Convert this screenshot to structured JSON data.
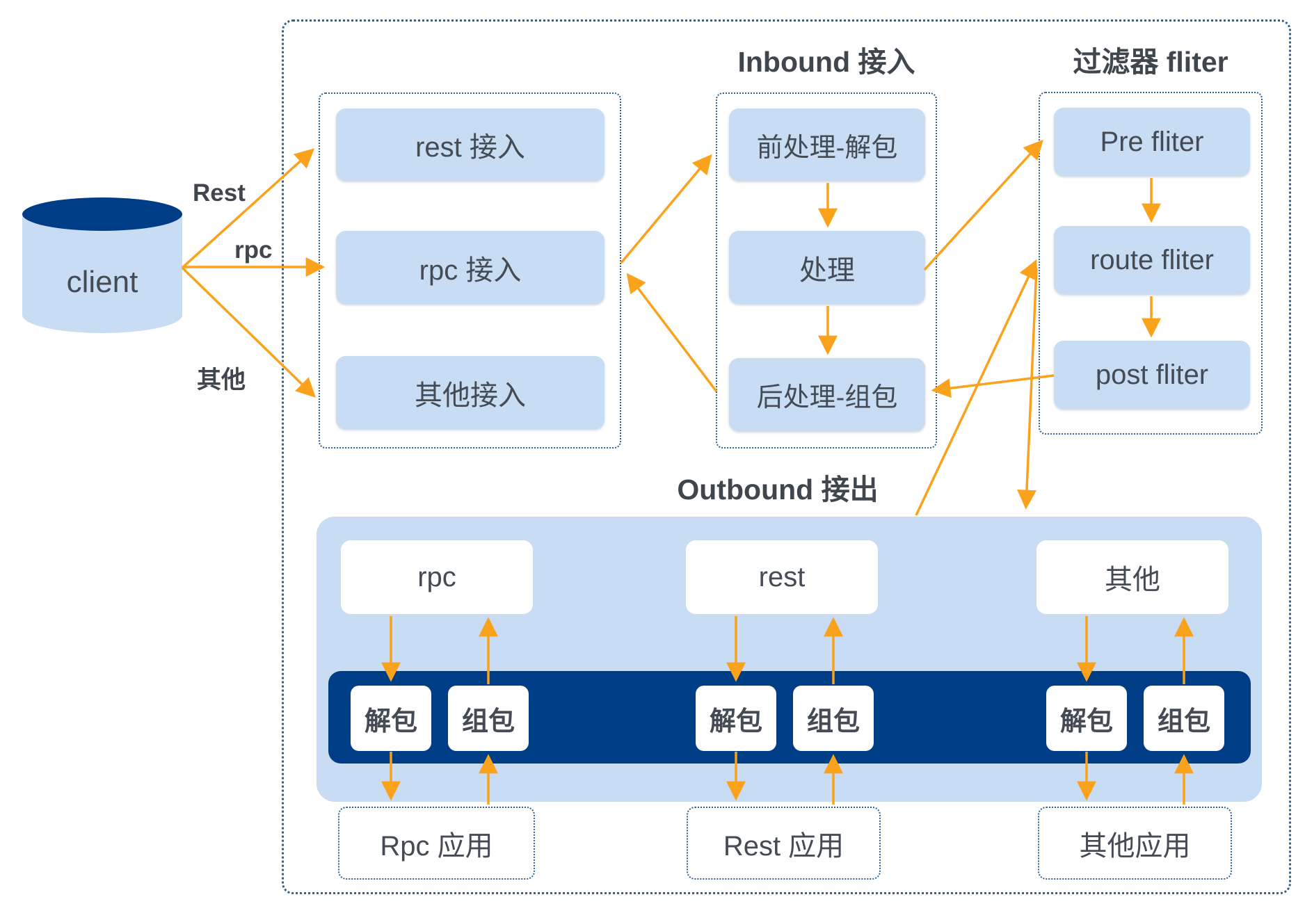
{
  "colors": {
    "orange": "#FAA21B",
    "lightblue": "#C8DCF3",
    "navy": "#003D87",
    "border": "#2D6090",
    "text": "#454B54"
  },
  "client": {
    "label": "client"
  },
  "edges": {
    "rest": "Rest",
    "rpc": "rpc",
    "other": "其他"
  },
  "access_group": {
    "boxes": [
      "rest 接入",
      "rpc 接入",
      "其他接入"
    ]
  },
  "inbound": {
    "title": "Inbound 接入",
    "boxes": [
      "前处理-解包",
      "处理",
      "后处理-组包"
    ]
  },
  "filters": {
    "title": "过滤器 fliter",
    "boxes": [
      "Pre fliter",
      "route fliter",
      "post fliter"
    ]
  },
  "outbound": {
    "title": "Outbound 接出",
    "ports": [
      "rpc",
      "rest",
      "其他"
    ],
    "unpack": "解包",
    "pack": "组包"
  },
  "apps": [
    "Rpc 应用",
    "Rest 应用",
    "其他应用"
  ]
}
